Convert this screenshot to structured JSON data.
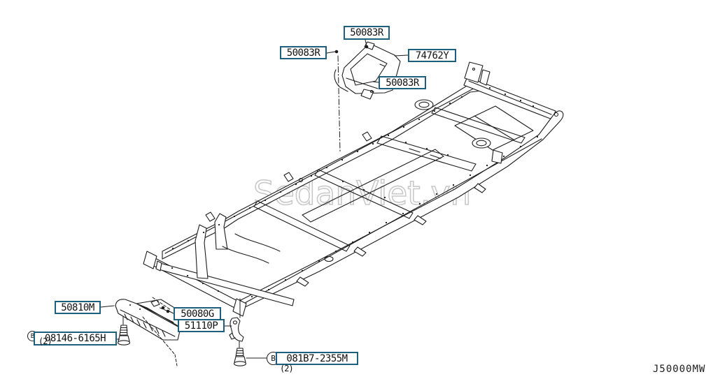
{
  "diagram": {
    "code": "J50000MW",
    "watermark": "SedanViet.vn",
    "callout_border_color": "#1e5f7e",
    "line_color": "#1c1c1c",
    "watermark_color": "#c9c9c9",
    "bolt_symbol": "B"
  },
  "labels": [
    {
      "id": "50083R-top",
      "text": "50083R"
    },
    {
      "id": "50083R-left",
      "text": "50083R"
    },
    {
      "id": "74762Y",
      "text": "74762Y"
    },
    {
      "id": "50083R-mid",
      "text": "50083R"
    },
    {
      "id": "50810M",
      "text": "50810M"
    },
    {
      "id": "50080G",
      "text": "50080G"
    },
    {
      "id": "51110P",
      "text": "51110P"
    },
    {
      "id": "08146-6165H",
      "prefix": "B",
      "text": "08146-6165H",
      "qty": "(2)"
    },
    {
      "id": "081B7-2355M",
      "prefix": "B",
      "text": "081B7-2355M",
      "qty": "(2)"
    }
  ]
}
